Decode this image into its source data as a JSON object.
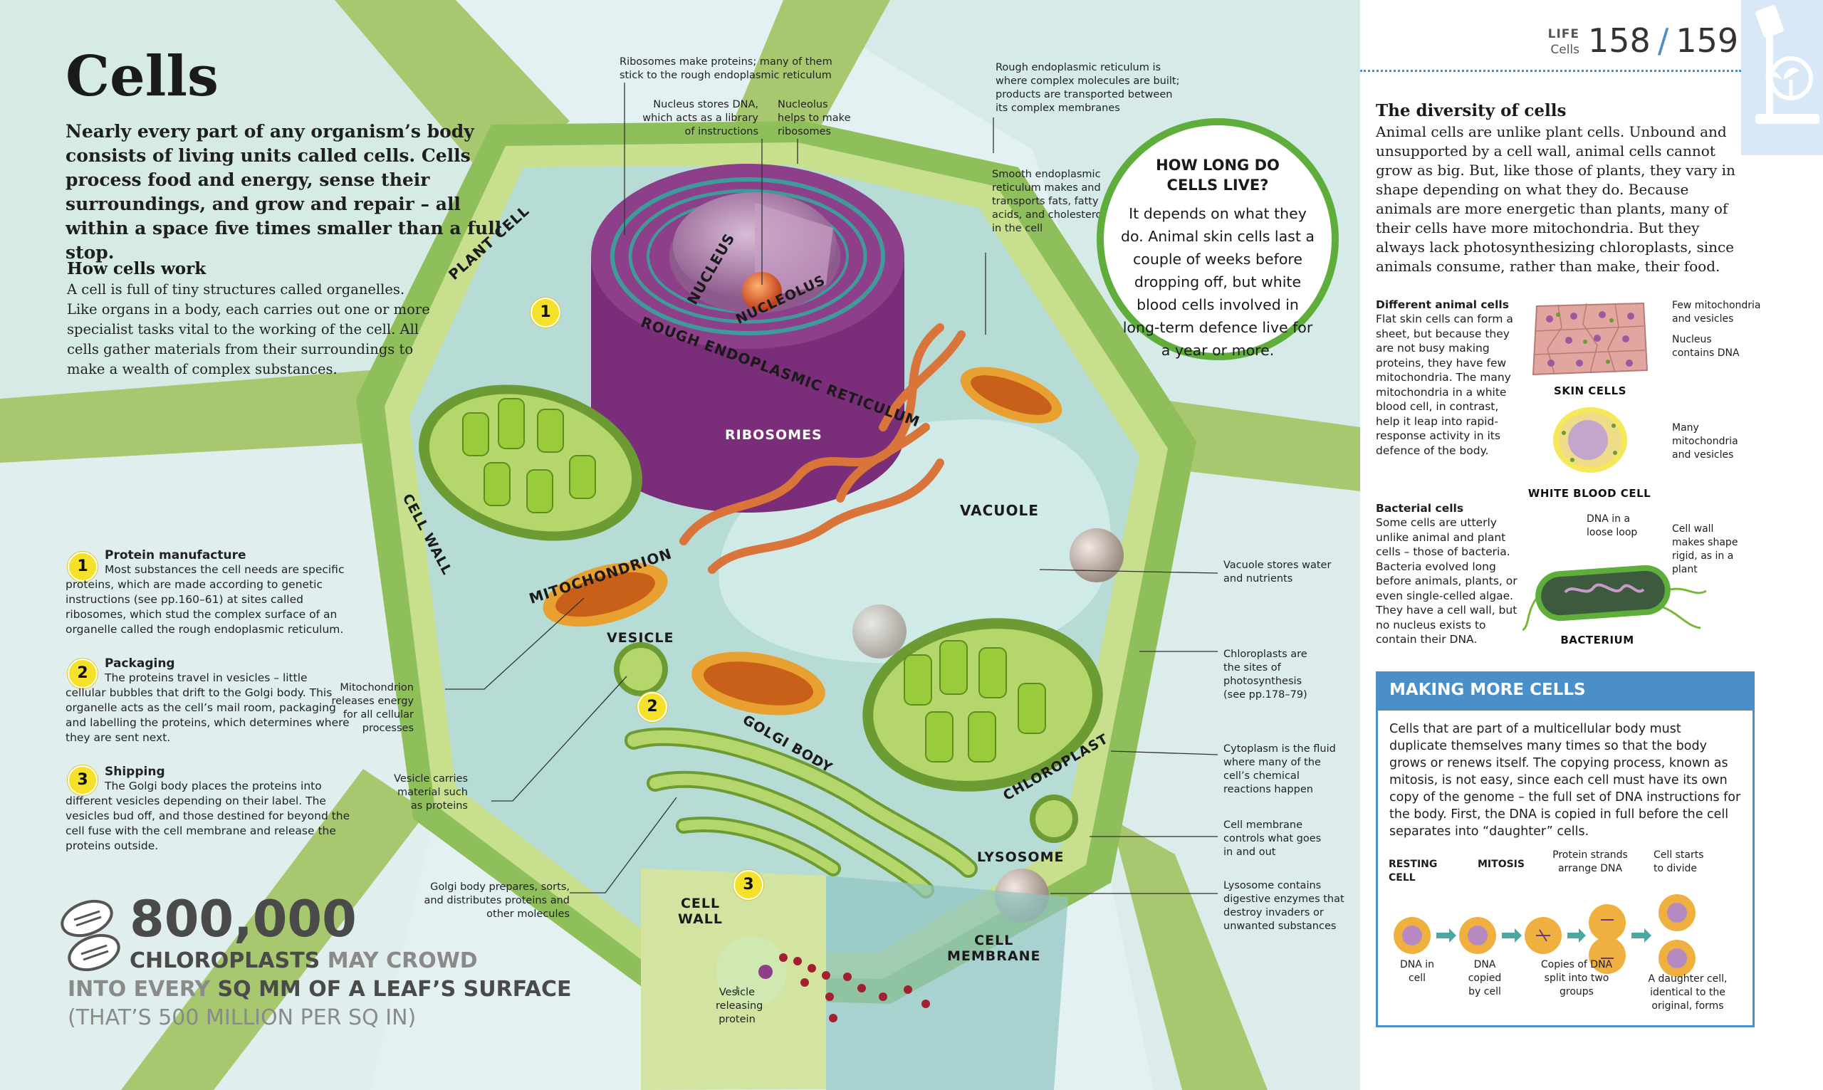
{
  "page": {
    "title": "Cells",
    "intro": "Nearly every part of any organism’s body consists of living units called cells. Cells process food and energy, sense their surroundings, and grow and repair – all within a space five times smaller than a full stop.",
    "how_heading": "How cells work",
    "how_body": "A cell is full of tiny structures called organelles. Like organs in a body, each carries out one or more specialist tasks vital to the working of the cell. All cells gather materials from their surroundings to make a wealth of complex substances."
  },
  "points": [
    {
      "num": "1",
      "title": "Protein manufacture",
      "body": "Most substances the cell needs are specific proteins, which are made according to genetic instructions (see pp.160–61) at sites called ribosomes, which stud the complex surface of an organelle called the rough endoplasmic reticulum."
    },
    {
      "num": "2",
      "title": "Packaging",
      "body": "The proteins travel in vesicles – little cellular bubbles that drift to the Golgi body. This organelle acts as the cell’s mail room, packaging and labelling the proteins, which determines where they are sent next."
    },
    {
      "num": "3",
      "title": "Shipping",
      "body": "The Golgi body places the proteins into different vesicles depending on their label. The vesicles bud off, and those destined for beyond the cell fuse with the cell membrane and release the proteins outside."
    }
  ],
  "stat": {
    "number": "800,000",
    "line1a": "CHLOROPLASTS",
    "line1b": " MAY CROWD",
    "line2a": "INTO EVERY ",
    "line2b": "SQ MM OF A LEAF’S SURFACE",
    "line3": "(THAT’S 500 MILLION PER SQ IN)"
  },
  "diagram": {
    "plant_cell": "PLANT CELL",
    "cell_wall_top": "CELL WALL",
    "cell_wall_bottom": "CELL\nWALL",
    "cell_membrane": "CELL\nMEMBRANE",
    "nucleus": "NUCLEUS",
    "nucleolus": "NUCLEOLUS",
    "rough_er": "ROUGH ENDOPLASMIC RETICULUM",
    "ribosomes": "RIBOSOMES",
    "mitochondrion": "MITOCHONDRION",
    "vesicle": "VESICLE",
    "golgi": "GOLGI BODY",
    "vacuole": "VACUOLE",
    "chloroplast": "CHLOROPLAST",
    "lysosome": "LYSOSOME",
    "badge1": "1",
    "badge2": "2",
    "badge3": "3"
  },
  "annotations": {
    "ribosomes_make": "Ribosomes make proteins; many of them stick to the rough endoplasmic reticulum",
    "nucleus_stores": "Nucleus stores DNA, which acts as a library of instructions",
    "nucleolus_helps": "Nucleolus helps to make ribosomes",
    "rough_er_note": "Rough endoplasmic reticulum is where complex molecules are built; products are transported between its complex membranes",
    "smooth_er_note": "Smooth endoplasmic reticulum makes and transports fats, fatty acids, and cholesterol in the cell",
    "vacuole_note": "Vacuole stores water and nutrients",
    "chloroplast_note": "Chloroplasts are the sites of photosynthesis (see pp.178–79)",
    "cytoplasm_note": "Cytoplasm is the fluid where many of the cell’s chemical reactions happen",
    "membrane_note": "Cell membrane controls what goes in and out",
    "lysosome_note": "Lysosome contains digestive enzymes that destroy invaders or unwanted substances",
    "mito_note": "Mitochondrion releases energy for all cellular processes",
    "vesicle_note": "Vesicle carries material such as proteins",
    "golgi_note": "Golgi body prepares, sorts, and distributes proteins and other molecules",
    "vesicle_release": "Vesicle releasing protein"
  },
  "callout": {
    "heading": "HOW LONG DO CELLS LIVE?",
    "body": "It depends on what they do. Animal skin cells last a couple of weeks before dropping off, but white blood cells involved in long-term defence live for a year or more."
  },
  "header": {
    "section": "LIFE",
    "subsection": "Cells",
    "page_left": "158",
    "slash": "/",
    "page_right": "159"
  },
  "diversity": {
    "heading": "The diversity of cells",
    "body": "Animal cells are unlike plant cells. Unbound and unsupported by a cell wall, animal cells cannot grow as big. But, like those of plants, they vary in shape depending on what they do. Because animals are more energetic than plants, many of their cells have more mitochondria. But they always lack photosynthesizing chloroplasts, since animals consume, rather than make, their food.",
    "animal_heading": "Different animal cells",
    "animal_body": "Flat skin cells can form a sheet, but because they are not busy making proteins, they have few mitochondria. The many mitochondria in a white blood cell, in contrast, help it leap into rapid-response activity in its defence of the body.",
    "bacterial_heading": "Bacterial cells",
    "bacterial_body": "Some cells are utterly unlike animal and plant cells – those of bacteria. Bacteria evolved long before animals, plants, or even single-celled algae. They have a cell wall, but no nucleus exists to contain their DNA.",
    "skin_label": "SKIN CELLS",
    "skin_note1": "Few mitochondria and vesicles",
    "skin_note2": "Nucleus contains DNA",
    "wbc_label": "WHITE BLOOD CELL",
    "wbc_note": "Many mitochondria and vesicles",
    "bact_label": "BACTERIUM",
    "bact_note1": "DNA in a loose loop",
    "bact_note2": "Cell wall makes shape rigid, as in a plant"
  },
  "more_cells": {
    "heading": "MAKING MORE CELLS",
    "body": "Cells that are part of a multicellular body must duplicate themselves many times so that the body grows or renews itself. The copying process, known as mitosis, is not easy, since each cell must have its own copy of the genome – the full set of DNA instructions for the body. First, the DNA is copied in full before the cell separates into “daughter” cells.",
    "resting": "RESTING\nCELL",
    "mitosis": "MITOSIS",
    "protein_strands": "Protein strands arrange DNA",
    "cell_starts": "Cell starts to divide",
    "dna_in_cell": "DNA in cell",
    "dna_copied": "DNA copied by cell",
    "copies_split": "Copies of DNA split into two groups",
    "daughter": "A daughter cell, identical to the original, forms"
  },
  "colors": {
    "cell_wall": "#8fbf5a",
    "cytoplasm": "#b7dcd6",
    "er_purple": "#7a2d78",
    "badge_yellow": "#f5e02a",
    "box_blue": "#4b8fc9",
    "mito_orange": "#e8a030"
  }
}
